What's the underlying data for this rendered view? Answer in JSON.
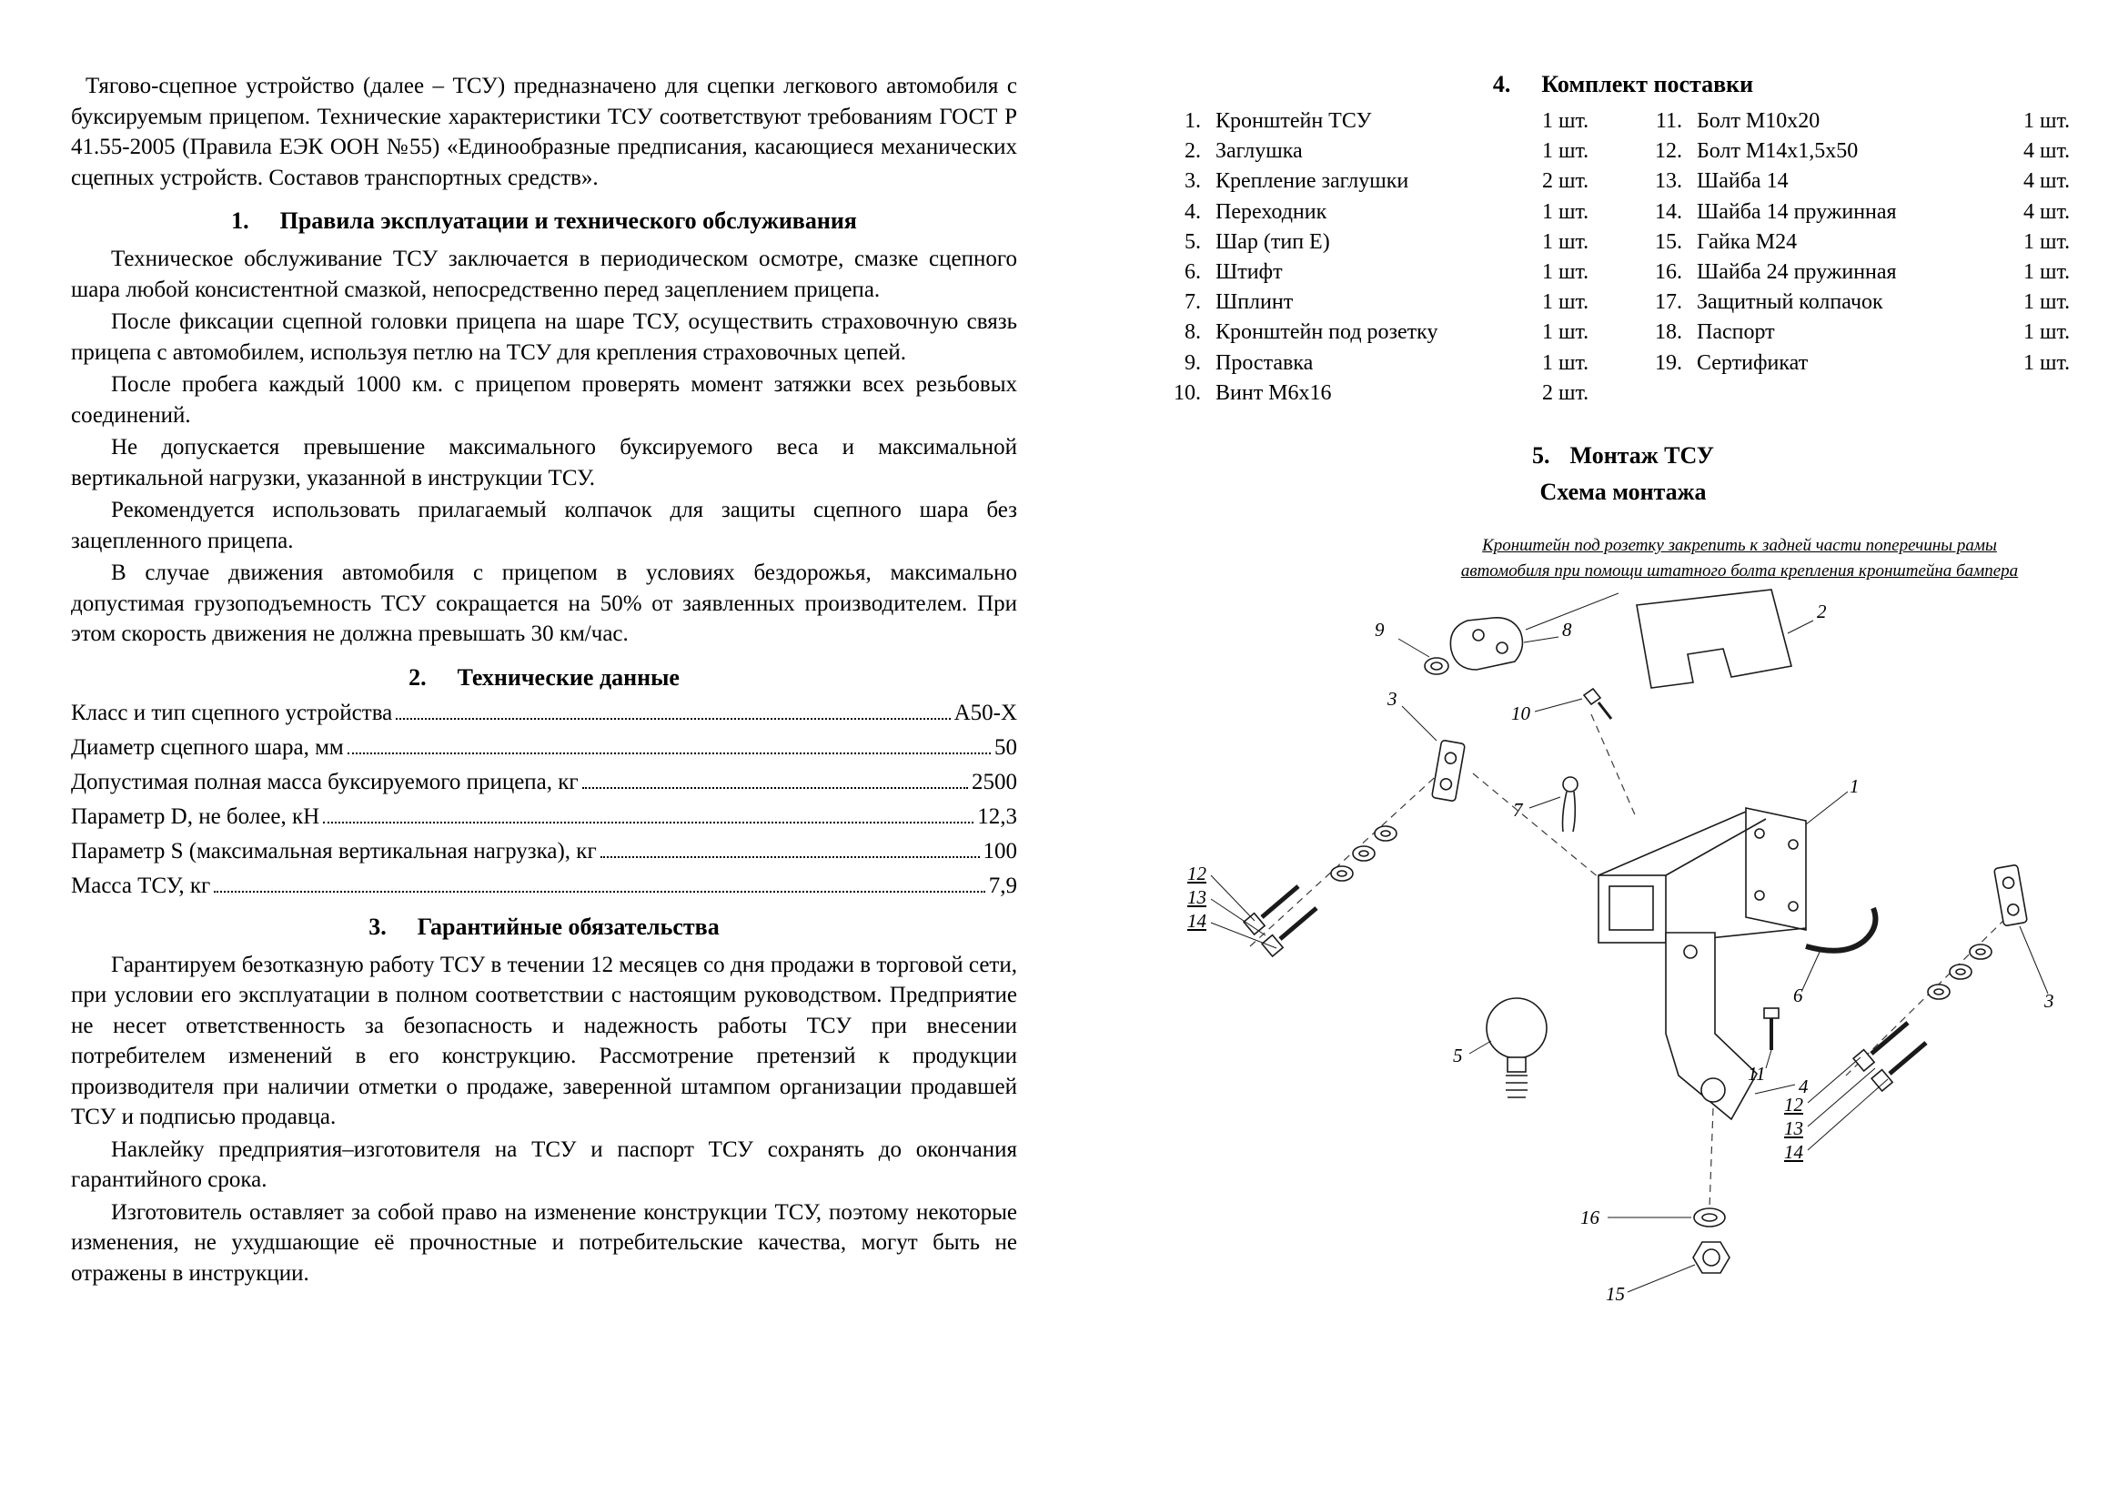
{
  "doc": {
    "intro": "Тягово-сцепное устройство (далее – ТСУ) предназначено для сцепки легкового автомобиля с буксируемым прицепом. Технические характеристики ТСУ соответствуют требованиям ГОСТ Р 41.55-2005 (Правила ЕЭК ООН №55) «Единообразные предписания, касающиеся механических сцепных устройств. Составов транспортных средств».",
    "s1": {
      "num": "1.",
      "title": "Правила эксплуатации и технического  обслуживания",
      "paras": [
        "Техническое обслуживание ТСУ заключается в периодическом осмотре, смазке сцепного шара любой консистентной смазкой, непосредственно перед зацеплением прицепа.",
        "После фиксации сцепной головки прицепа на шаре ТСУ, осуществить страховочную связь прицепа с автомобилем, используя петлю на ТСУ для крепления страховочных цепей.",
        "После пробега каждый 1000 км. с прицепом проверять момент затяжки всех резьбовых соединений.",
        "Не допускается превышение максимального буксируемого веса и максимальной вертикальной нагрузки, указанной в инструкции ТСУ.",
        "Рекомендуется использовать прилагаемый колпачок для защиты сцепного шара без зацепленного прицепа.",
        "В случае движения автомобиля с прицепом в условиях бездорожья, максимально допустимая грузоподъемность ТСУ сокращается на 50% от заявленных производителем. При этом скорость движения не должна превышать 30 км/час."
      ]
    },
    "s2": {
      "num": "2.",
      "title": "Технические данные",
      "specs": [
        {
          "label": "Класс и тип сцепного устройства",
          "value": "А50-X"
        },
        {
          "label": "Диаметр сцепного шара, мм",
          "value": "50"
        },
        {
          "label": "Допустимая полная масса буксируемого прицепа, кг",
          "value": "2500"
        },
        {
          "label": "Параметр D, не более, кН",
          "value": "12,3"
        },
        {
          "label": "Параметр S (максимальная вертикальная нагрузка), кг",
          "value": "100"
        },
        {
          "label": "Масса ТСУ, кг",
          "value": "7,9"
        }
      ]
    },
    "s3": {
      "num": "3.",
      "title": "Гарантийные обязательства",
      "paras": [
        "Гарантируем безотказную работу ТСУ в течении 12 месяцев со дня продажи в торговой сети, при условии его эксплуатации в полном соответствии с настоящим руководством. Предприятие не несет ответственность за безопасность и надежность работы ТСУ при внесении потребителем изменений в его конструкцию. Рассмотрение претензий к продукции производителя при наличии отметки о продаже, заверенной штампом организации продавшей ТСУ и подписью продавца.",
        "Наклейку предприятия–изготовителя на ТСУ и паспорт ТСУ сохранять до окончания гарантийного срока.",
        "Изготовитель оставляет за собой право на изменение конструкции ТСУ, поэтому некоторые изменения, не ухудшающие её прочностные и потребительские качества, могут быть не отражены в инструкции."
      ]
    },
    "s4": {
      "num": "4.",
      "title": "Комплект поставки",
      "left": [
        {
          "num": "1.",
          "name": "Кронштейн ТСУ",
          "qty": "1 шт."
        },
        {
          "num": "2.",
          "name": "Заглушка",
          "qty": "1 шт."
        },
        {
          "num": "3.",
          "name": "Крепление заглушки",
          "qty": "2 шт."
        },
        {
          "num": "4.",
          "name": "Переходник",
          "qty": "1 шт."
        },
        {
          "num": "5.",
          "name": "Шар (тип Е)",
          "qty": "1 шт."
        },
        {
          "num": "6.",
          "name": "Штифт",
          "qty": "1 шт."
        },
        {
          "num": "7.",
          "name": "Шплинт",
          "qty": "1 шт."
        },
        {
          "num": "8.",
          "name": "Кронштейн под розетку",
          "qty": "1 шт."
        },
        {
          "num": "9.",
          "name": "Проставка",
          "qty": "1 шт."
        },
        {
          "num": "10.",
          "name": "Винт М6х16",
          "qty": "2 шт."
        }
      ],
      "right": [
        {
          "num": "11.",
          "name": "Болт М10х20",
          "qty": "1 шт."
        },
        {
          "num": "12.",
          "name": "Болт М14х1,5х50",
          "qty": "4 шт."
        },
        {
          "num": "13.",
          "name": "Шайба 14",
          "qty": "4 шт."
        },
        {
          "num": "14.",
          "name": "Шайба 14 пружинная",
          "qty": "4 шт."
        },
        {
          "num": "15.",
          "name": "Гайка М24",
          "qty": "1 шт."
        },
        {
          "num": "16.",
          "name": "Шайба 24 пружинная",
          "qty": "1 шт."
        },
        {
          "num": "17.",
          "name": "Защитный колпачок",
          "qty": "1 шт."
        },
        {
          "num": "18.",
          "name": "Паспорт",
          "qty": "1 шт."
        },
        {
          "num": "19.",
          "name": "Сертификат",
          "qty": "1 шт."
        }
      ]
    },
    "s5": {
      "num": "5.",
      "title": "Монтаж ТСУ",
      "subtitle": "Схема монтажа",
      "note1": "Кронштейн под розетку закрепить к задней части поперечины рамы",
      "note2": "автомобиля при помощи штатного болта крепления кронштейна бампера",
      "callouts": [
        "9",
        "8",
        "2",
        "3",
        "10",
        "1",
        "7",
        "12",
        "13",
        "14",
        "5",
        "6",
        "11",
        "4",
        "3",
        "12",
        "13",
        "14",
        "16",
        "15"
      ]
    }
  }
}
